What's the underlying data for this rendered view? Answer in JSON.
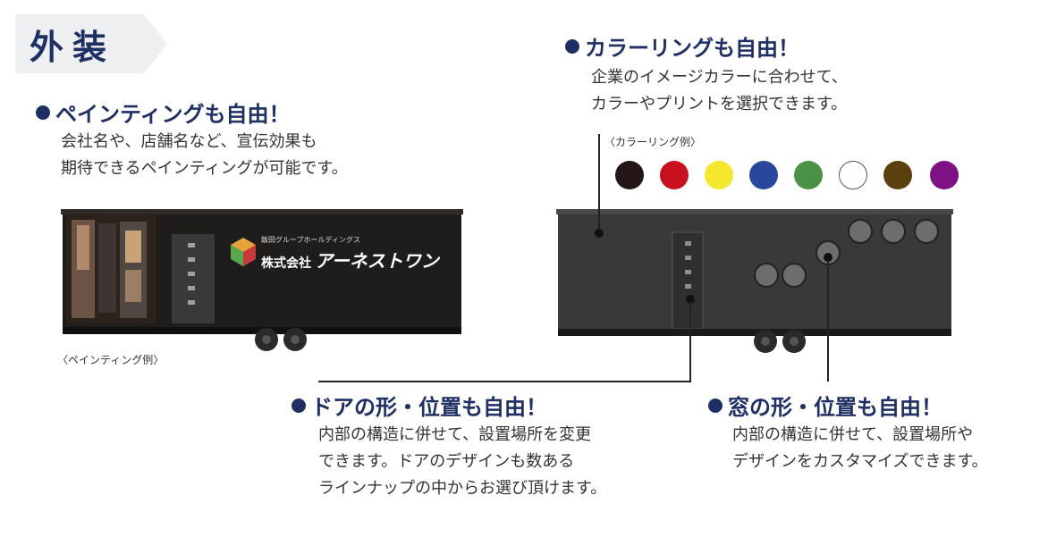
{
  "section": {
    "title": "外装"
  },
  "painting": {
    "heading": "ペインティングも自由！",
    "lines": [
      "会社名や、店舗名など、宣伝効果も",
      "期待できるペインティングが可能です。"
    ],
    "caption": "〈ペインティング例〉",
    "logo_group": "飯田グループホールディングス",
    "logo_company": "株式会社",
    "logo_name": "アーネストワン"
  },
  "coloring": {
    "heading": "カラーリングも自由！",
    "lines": [
      "企業のイメージカラーに合わせて、",
      "カラーやプリントを選択できます。"
    ],
    "caption": "〈カラーリング例〉",
    "swatches": [
      "#231815",
      "#c8101e",
      "#f5e72e",
      "#27489b",
      "#4a9145",
      "#ffffff",
      "#5b400f",
      "#7e1183"
    ]
  },
  "door": {
    "heading": "ドアの形・位置も自由！",
    "lines": [
      "内部の構造に併せて、設置場所を変更",
      "できます。ドアのデザインも数ある",
      "ラインナップの中からお選び頂けます。"
    ]
  },
  "window": {
    "heading": "窓の形・位置も自由！",
    "lines": [
      "内部の構造に併せて、設置場所や",
      "デザインをカスタマイズできます。"
    ]
  },
  "colors": {
    "accent": "#1f2f63",
    "tab_bg": "#eeeff1"
  }
}
